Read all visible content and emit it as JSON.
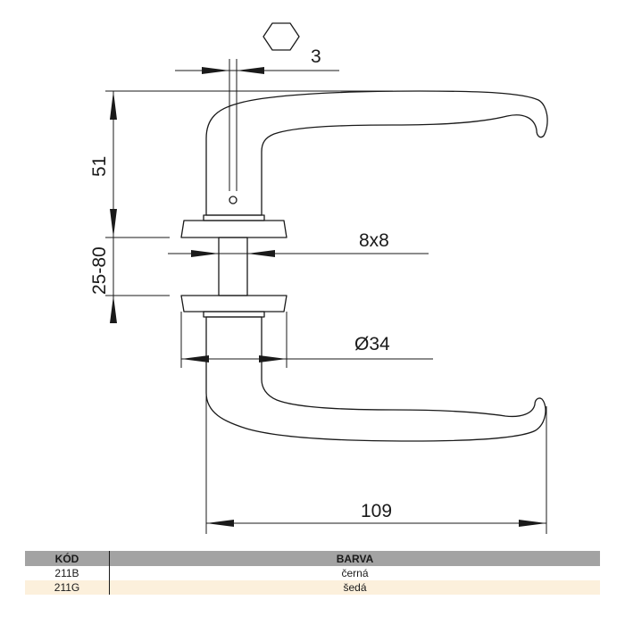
{
  "dimensions": {
    "hex_size": "3",
    "height": "51",
    "door_thickness": "25-80",
    "spindle": "8x8",
    "rose_diameter": "Ø34",
    "length": "109"
  },
  "table": {
    "headers": {
      "code": "KÓD",
      "color": "BARVA"
    },
    "rows": [
      {
        "code": "211B",
        "color": "černá"
      },
      {
        "code": "211G",
        "color": "šedá"
      }
    ],
    "colors": {
      "header_bg": "#a3a3a3",
      "row_alt_bg": "#fcf0dc"
    }
  }
}
